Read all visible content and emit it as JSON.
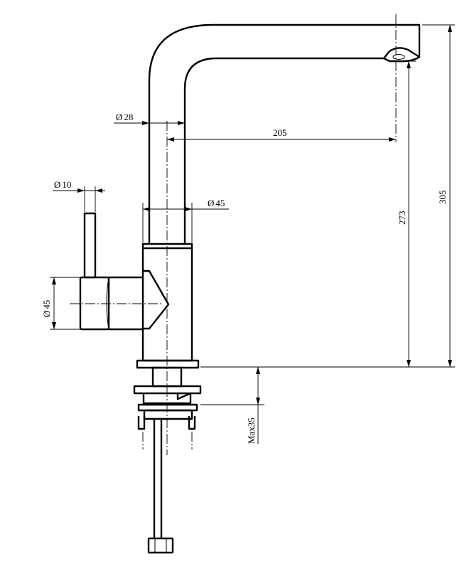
{
  "dimensions": {
    "spout_diameter": {
      "symbol": "Ø",
      "value": "28"
    },
    "reach": {
      "value": "205"
    },
    "lever_diameter": {
      "symbol": "Ø",
      "value": "10"
    },
    "body_diameter": {
      "symbol": "Ø",
      "value": "45"
    },
    "handle_diameter": {
      "symbol": "Ø",
      "value": "45"
    },
    "spout_height": {
      "value": "273"
    },
    "total_height": {
      "value": "305"
    },
    "max_mount": {
      "value": "Max35"
    }
  }
}
